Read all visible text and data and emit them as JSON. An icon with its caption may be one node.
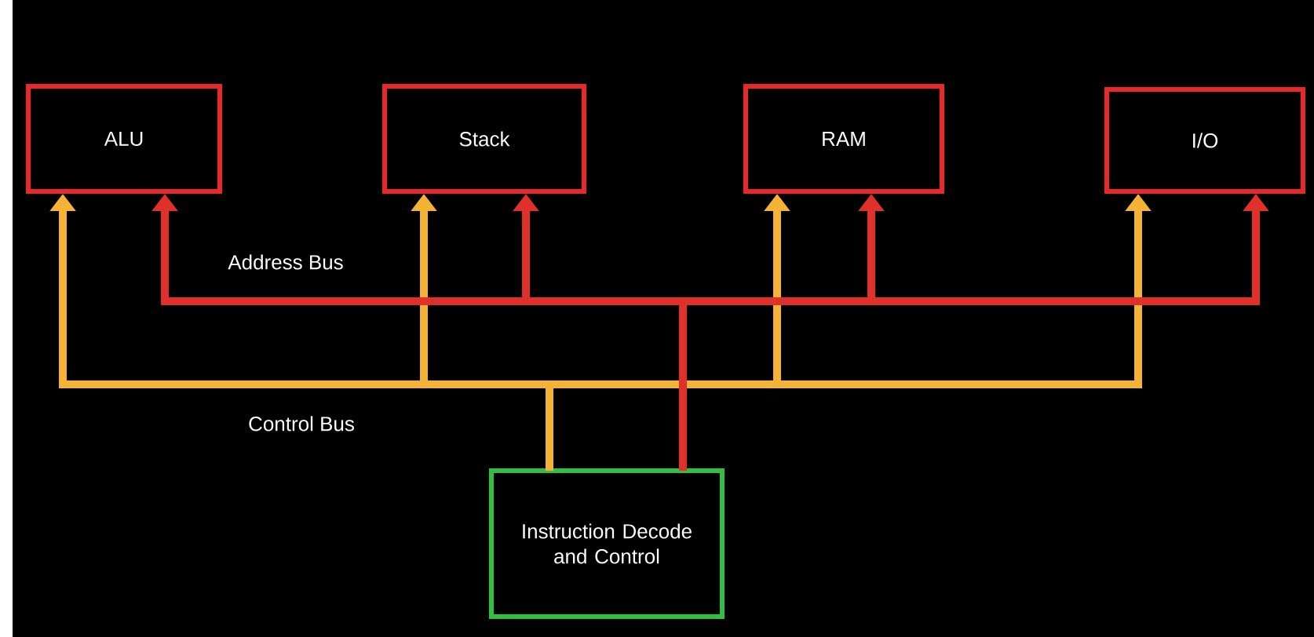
{
  "diagram": {
    "nodes": [
      {
        "text": [
          "ALU"
        ]
      },
      {
        "text": [
          "Stack"
        ]
      },
      {
        "text": [
          "RAM"
        ]
      },
      {
        "text": [
          "I/O"
        ]
      },
      {
        "text": [
          "Instruction Decode and Control"
        ]
      }
    ],
    "edges": [
      {
        "from": 4,
        "to": 0,
        "arrow": "to",
        "color": "#f5b335"
      },
      {
        "from": 4,
        "to": 1,
        "arrow": "to",
        "color": "#f5b335"
      },
      {
        "from": 4,
        "to": 2,
        "arrow": "to",
        "color": "#f5b335"
      },
      {
        "from": 4,
        "to": 3,
        "arrow": "to",
        "color": "#f5b335"
      },
      {
        "from": 4,
        "to": 0,
        "arrow": "to",
        "color": "#e0302a"
      },
      {
        "from": 4,
        "to": 1,
        "arrow": "to",
        "color": "#e0302a"
      },
      {
        "from": 4,
        "to": 2,
        "arrow": "to",
        "color": "#e0302a"
      },
      {
        "from": 4,
        "to": 3,
        "arrow": "to",
        "color": "#e0302a"
      }
    ],
    "labels": [
      "Address Bus",
      "Control Bus"
    ]
  }
}
